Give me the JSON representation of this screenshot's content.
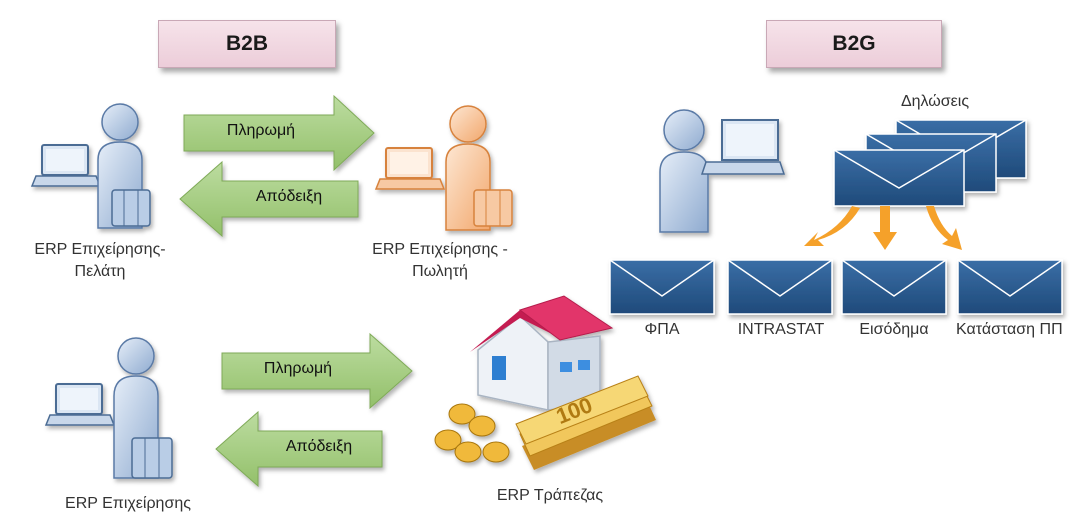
{
  "b2b": {
    "header": "B2B",
    "flow1": {
      "payment_label": "Πληρωμή",
      "receipt_label": "Απόδειξη",
      "customer_label_line1": "ERP Επιχείρησης-",
      "customer_label_line2": "Πελάτη",
      "seller_label_line1": "ERP Επιχείρησης -",
      "seller_label_line2": "Πωλητή"
    },
    "flow2": {
      "payment_label": "Πληρωμή",
      "receipt_label": "Απόδειξη",
      "business_label": "ERP Επιχείρησης",
      "bank_label": "ERP Τράπεζας",
      "banknote_value": "100"
    }
  },
  "b2g": {
    "header": "B2G",
    "declarations_label": "Δηλώσεις",
    "categories": [
      "ΦΠΑ",
      "INTRASTAT",
      "Εισόδημα",
      "Κατάσταση ΠΠ"
    ]
  },
  "colors": {
    "arrow_green": "#a9cf84",
    "envelope_blue": "#2b5a8e",
    "orange_arrow": "#f5a12a",
    "person_blue": "#b9cde6",
    "person_orange": "#f7c9a3",
    "roof_pink": "#e2356a"
  }
}
